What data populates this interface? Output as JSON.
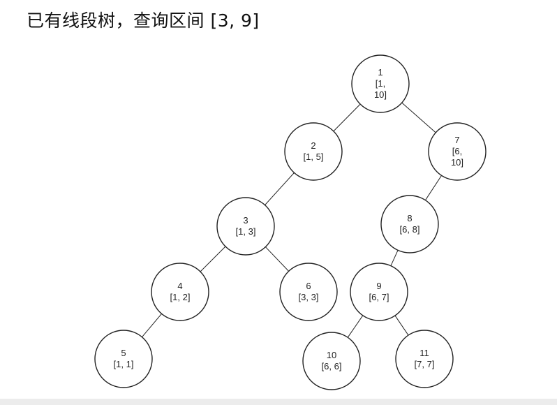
{
  "title": "已有线段树，查询区间 [3, 9]",
  "nodes": [
    {
      "id": "1",
      "lines": [
        "1",
        "[1,",
        "10]"
      ]
    },
    {
      "id": "2",
      "lines": [
        "2",
        "[1, 5]"
      ]
    },
    {
      "id": "7",
      "lines": [
        "7",
        "[6,",
        "10]"
      ]
    },
    {
      "id": "3",
      "lines": [
        "3",
        "[1, 3]"
      ]
    },
    {
      "id": "8",
      "lines": [
        "8",
        "[6, 8]"
      ]
    },
    {
      "id": "4",
      "lines": [
        "4",
        "[1, 2]"
      ]
    },
    {
      "id": "6",
      "lines": [
        "6",
        "[3, 3]"
      ]
    },
    {
      "id": "9",
      "lines": [
        "9",
        "[6, 7]"
      ]
    },
    {
      "id": "5",
      "lines": [
        "5",
        "[1, 1]"
      ]
    },
    {
      "id": "10",
      "lines": [
        "10",
        "[6, 6]"
      ]
    },
    {
      "id": "11",
      "lines": [
        "11",
        "[7, 7]"
      ]
    }
  ],
  "edges": [
    [
      "1",
      "2"
    ],
    [
      "1",
      "7"
    ],
    [
      "2",
      "3"
    ],
    [
      "7",
      "8"
    ],
    [
      "3",
      "4"
    ],
    [
      "3",
      "6"
    ],
    [
      "8",
      "9"
    ],
    [
      "4",
      "5"
    ],
    [
      "9",
      "10"
    ],
    [
      "9",
      "11"
    ]
  ]
}
